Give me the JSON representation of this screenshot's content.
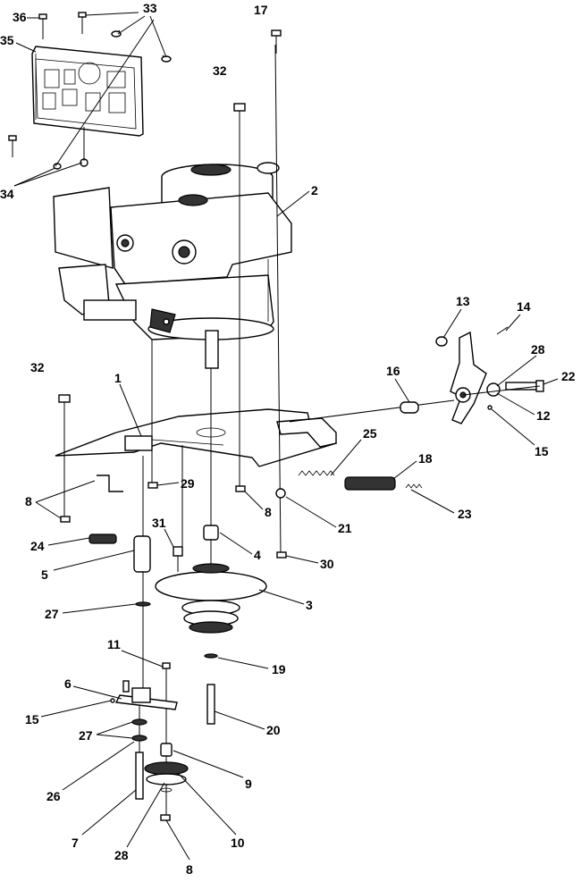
{
  "diagram": {
    "labels": [
      {
        "id": "l36a",
        "text": "36"
      },
      {
        "id": "l33",
        "text": "33"
      },
      {
        "id": "l35",
        "text": "35"
      },
      {
        "id": "l34",
        "text": "34"
      },
      {
        "id": "l17",
        "text": "17"
      },
      {
        "id": "l32a",
        "text": "32"
      },
      {
        "id": "l2",
        "text": "2"
      },
      {
        "id": "l13",
        "text": "13"
      },
      {
        "id": "l14",
        "text": "14"
      },
      {
        "id": "l28a",
        "text": "28"
      },
      {
        "id": "l22",
        "text": "22"
      },
      {
        "id": "l16",
        "text": "16"
      },
      {
        "id": "l12",
        "text": "12"
      },
      {
        "id": "l15a",
        "text": "15"
      },
      {
        "id": "l32b",
        "text": "32"
      },
      {
        "id": "l1",
        "text": "1"
      },
      {
        "id": "l25",
        "text": "25"
      },
      {
        "id": "l18",
        "text": "18"
      },
      {
        "id": "l23",
        "text": "23"
      },
      {
        "id": "l8a",
        "text": "8"
      },
      {
        "id": "l29",
        "text": "29"
      },
      {
        "id": "l8b",
        "text": "8"
      },
      {
        "id": "l21",
        "text": "21"
      },
      {
        "id": "l24",
        "text": "24"
      },
      {
        "id": "l31",
        "text": "31"
      },
      {
        "id": "l5",
        "text": "5"
      },
      {
        "id": "l4",
        "text": "4"
      },
      {
        "id": "l30",
        "text": "30"
      },
      {
        "id": "l3",
        "text": "3"
      },
      {
        "id": "l27a",
        "text": "27"
      },
      {
        "id": "l11",
        "text": "11"
      },
      {
        "id": "l19",
        "text": "19"
      },
      {
        "id": "l6",
        "text": "6"
      },
      {
        "id": "l15b",
        "text": "15"
      },
      {
        "id": "l27b",
        "text": "27"
      },
      {
        "id": "l20",
        "text": "20"
      },
      {
        "id": "l9",
        "text": "9"
      },
      {
        "id": "l26",
        "text": "26"
      },
      {
        "id": "l10",
        "text": "10"
      },
      {
        "id": "l7",
        "text": "7"
      },
      {
        "id": "l28b",
        "text": "28"
      },
      {
        "id": "l8c",
        "text": "8"
      }
    ]
  }
}
